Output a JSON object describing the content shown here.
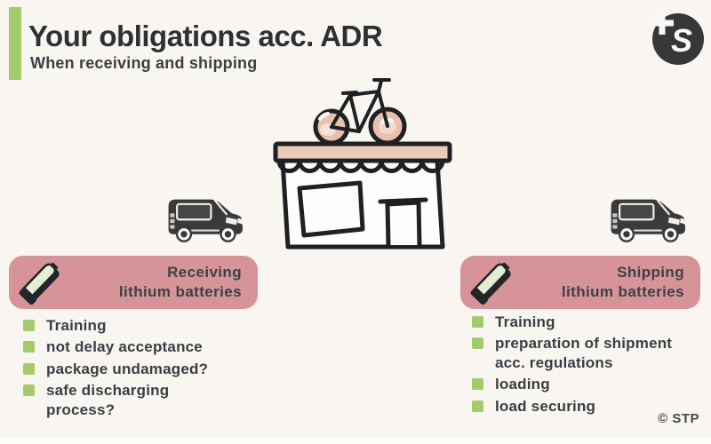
{
  "slide": {
    "background_color": "#f9f6f1",
    "accent_green": "#a4cb6a",
    "banner_pink": "#d69498",
    "text_dark": "#2d3136",
    "van_color": "#3a3a3d",
    "awning_tan": "#ebcab7"
  },
  "header": {
    "title": "Your obligations acc. ADR",
    "subtitle": "When receiving and shipping"
  },
  "logo": {
    "plus": "+",
    "letter": "S"
  },
  "left": {
    "banner": {
      "line1": "Receiving",
      "line2": "lithium batteries"
    },
    "items": [
      "Training",
      "not delay acceptance",
      "package undamaged?",
      "safe discharging process?"
    ]
  },
  "right": {
    "banner": {
      "line1": "Shipping",
      "line2": "lithium batteries"
    },
    "items": [
      "Training",
      "preparation of shipment acc. regulations",
      "loading",
      "load securing"
    ]
  },
  "footer": {
    "copyright": "© STP"
  }
}
